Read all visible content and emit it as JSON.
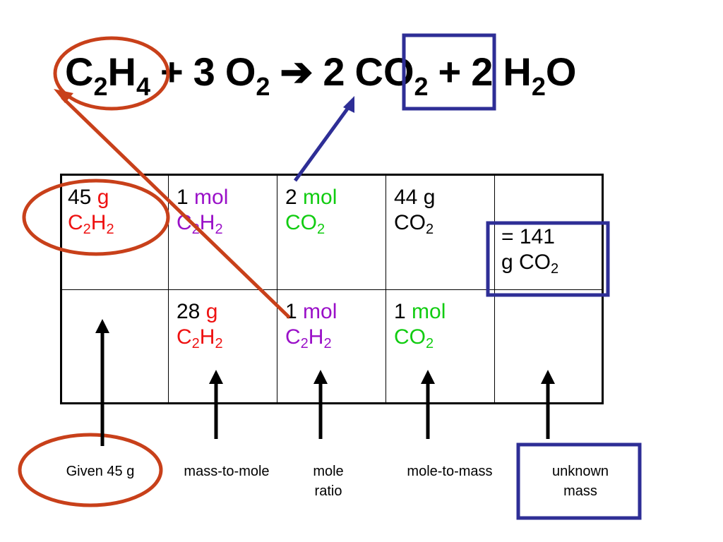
{
  "equation": {
    "reactant1": {
      "el1": "C",
      "sub1": "2",
      "el2": "H",
      "sub2": "4"
    },
    "plus1": "+",
    "coef2": "3",
    "reactant2": {
      "el1": "O",
      "sub1": "2"
    },
    "arrow": "➔",
    "coef3": "2",
    "product1": {
      "el1": "CO",
      "sub1": "2"
    },
    "plus2": "+",
    "coef4": "2",
    "product2": {
      "el1": "H",
      "sub1": "2",
      "el2": "O"
    }
  },
  "table": {
    "r1c1": {
      "num": "45",
      "unit": "g",
      "f1": "C",
      "s1": "2",
      "f2": "H",
      "s2": "2"
    },
    "r1c2": {
      "num": "1",
      "unit": "mol",
      "f1": "C",
      "s1": "2",
      "f2": "H",
      "s2": "2"
    },
    "r1c3": {
      "num": "2",
      "unit": "mol",
      "f1": "CO",
      "s1": "2"
    },
    "r1c4": {
      "num": "44",
      "unit": "g",
      "f1": "CO",
      "s1": "2"
    },
    "result": {
      "line1": "= 141",
      "prefix": "g CO",
      "s1": "2"
    },
    "r2c2": {
      "num": "28",
      "unit": "g",
      "f1": "C",
      "s1": "2",
      "f2": "H",
      "s2": "2"
    },
    "r2c3": {
      "num": "1",
      "unit": "mol",
      "f1": "C",
      "s1": "2",
      "f2": "H",
      "s2": "2"
    },
    "r2c4": {
      "num": "1",
      "unit": "mol",
      "f1": "CO",
      "s1": "2"
    }
  },
  "labels": {
    "given": "Given 45 g",
    "mass_to_mole": "mass-to-mole",
    "mole_ratio_1": "mole",
    "mole_ratio_2": "ratio",
    "mole_to_mass": "mole-to-mass",
    "unknown_1": "unknown",
    "unknown_2": "mass"
  },
  "colors": {
    "circle": "#c8401a",
    "box": "#2e2e96",
    "red_text": "#ee1111",
    "purple_text": "#9a10c8",
    "green_text": "#11cc11"
  }
}
